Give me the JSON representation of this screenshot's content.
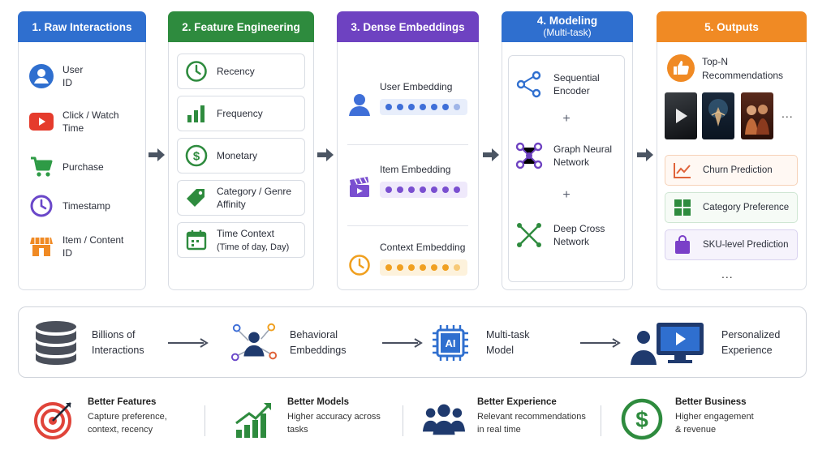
{
  "columns": {
    "raw": {
      "title": "1. Raw Interactions",
      "items": [
        {
          "label_1": "User",
          "label_2": "ID",
          "icon": "user-icon"
        },
        {
          "label_1": "Click / Watch",
          "label_2": "Time",
          "icon": "play-icon"
        },
        {
          "label_1": "Purchase",
          "label_2": "",
          "icon": "cart-icon"
        },
        {
          "label_1": "Timestamp",
          "label_2": "",
          "icon": "clock-icon"
        },
        {
          "label_1": "Item / Content",
          "label_2": "ID",
          "icon": "store-icon"
        }
      ]
    },
    "features": {
      "title": "2. Feature Engineering",
      "items": [
        {
          "label_1": "Recency",
          "label_2": "",
          "icon": "clock-icon"
        },
        {
          "label_1": "Frequency",
          "label_2": "",
          "icon": "bar-chart-icon"
        },
        {
          "label_1": "Monetary",
          "label_2": "",
          "icon": "dollar-icon"
        },
        {
          "label_1": "Category / Genre",
          "label_2": "Affinity",
          "icon": "tag-icon"
        },
        {
          "label_1": "Time Context",
          "label_2": "(Time of day, Day)",
          "icon": "calendar-icon"
        }
      ]
    },
    "embeddings": {
      "title": "3. Dense Embeddings",
      "items": [
        {
          "label": "User Embedding",
          "icon": "user-icon",
          "color": "#3f6fd8",
          "bg": "#e8eefb"
        },
        {
          "label": "Item Embedding",
          "icon": "clapperboard-icon",
          "color": "#7a4fd0",
          "bg": "#efe9fb"
        },
        {
          "label": "Context Embedding",
          "icon": "clock-icon",
          "color": "#f0a020",
          "bg": "#fdf2dc"
        }
      ]
    },
    "modeling": {
      "title": "4. Modeling",
      "subtitle": "(Multi-task)",
      "plus": "+",
      "items": [
        {
          "label_1": "Sequential",
          "label_2": "Encoder",
          "icon": "sequence-nodes-icon"
        },
        {
          "label_1": "Graph Neural",
          "label_2": "Network",
          "icon": "graph-icon"
        },
        {
          "label_1": "Deep Cross",
          "label_2": "Network",
          "icon": "cross-network-icon"
        }
      ]
    },
    "outputs": {
      "title": "5. Outputs",
      "top_label_1": "Top-N",
      "top_label_2": "Recommendations",
      "more": "...",
      "items": [
        {
          "label": "Churn Prediction",
          "icon": "line-chart-icon",
          "border": "#f6d2b8",
          "bg": "#fff8f3"
        },
        {
          "label": "Category Preference",
          "icon": "grid-icon",
          "border": "#cfe6d3",
          "bg": "#f6fbf6"
        },
        {
          "label": "SKU-level Prediction",
          "icon": "bag-icon",
          "border": "#d9d2ef",
          "bg": "#f6f3fc"
        }
      ],
      "bottom_more": "..."
    }
  },
  "pipeline": [
    {
      "label_1": "Billions of",
      "label_2": "Interactions",
      "icon": "database-icon"
    },
    {
      "label_1": "Behavioral",
      "label_2": "Embeddings",
      "icon": "network-user-icon"
    },
    {
      "label_1": "Multi-task",
      "label_2": "Model",
      "icon": "ai-chip-icon",
      "chip_text": "AI"
    },
    {
      "label_1": "Personalized",
      "label_2": "Experience",
      "icon": "user-screen-icon"
    }
  ],
  "benefits": [
    {
      "title": "Better Features",
      "desc_1": "Capture preference,",
      "desc_2": "context, recency",
      "icon": "target-icon"
    },
    {
      "title": "Better Models",
      "desc_1": "Higher accuracy across",
      "desc_2": "tasks",
      "icon": "growth-chart-icon"
    },
    {
      "title": "Better Experience",
      "desc_1": "Relevant recommendations",
      "desc_2": "in real time",
      "icon": "people-icon"
    },
    {
      "title": "Better Business",
      "desc_1": "Higher engagement",
      "desc_2": "& revenue",
      "icon": "dollar-circle-icon"
    }
  ],
  "colors": {
    "blue": "#2f6fcf",
    "green": "#2e8b3e",
    "purple": "#6e42c1",
    "orange": "#f08a24",
    "navy": "#1f3a6e"
  }
}
